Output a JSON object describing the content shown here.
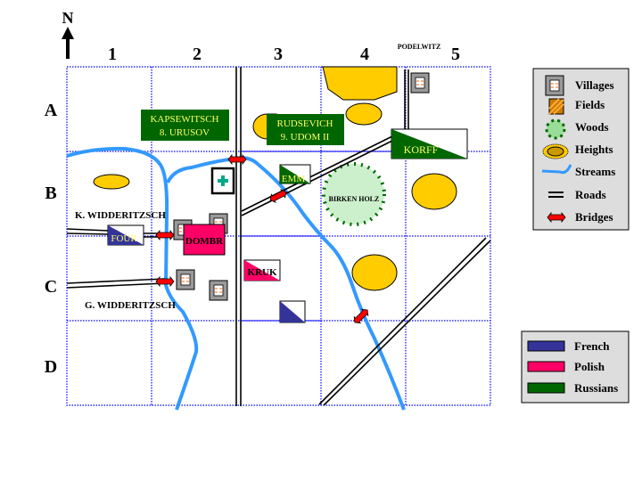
{
  "north_label": "N",
  "columns": [
    "1",
    "2",
    "3",
    "4",
    "5"
  ],
  "rows": [
    "A",
    "B",
    "C",
    "D"
  ],
  "places": {
    "podelwitz": "PODELWITZ",
    "k_widderitzsch": "K. WIDDERITZSCH",
    "g_widderitzsch": "G. WIDDERITZSCH",
    "birken_holz": "BIRKEN HOLZ"
  },
  "units": {
    "kapsewitsch": {
      "line1": "KAPSEWITSCH",
      "line2": "8. URUSOV"
    },
    "rudsevich": {
      "line1": "RUDSEVICH",
      "line2": "9. UDOM II"
    },
    "korff": "KORFF",
    "emm": "EMM",
    "four": "FOUR",
    "dombr": "DOMBR",
    "kruk": "KRUK"
  },
  "legend": {
    "items": [
      "Villages",
      "Fields",
      "Woods",
      "Heights",
      "Streams",
      "Roads",
      "Bridges"
    ]
  },
  "forces_legend": {
    "items": [
      {
        "label": "French",
        "color": "#333399"
      },
      {
        "label": "Polish",
        "color": "#ff0066"
      },
      {
        "label": "Russians",
        "color": "#006600"
      }
    ]
  },
  "colors": {
    "grid": "#0000ff",
    "stream": "#3399ff",
    "height": "#ffcc00",
    "woods": "#ccf0cc",
    "woods_dots": "#006600",
    "bridge": "#ff0000"
  }
}
